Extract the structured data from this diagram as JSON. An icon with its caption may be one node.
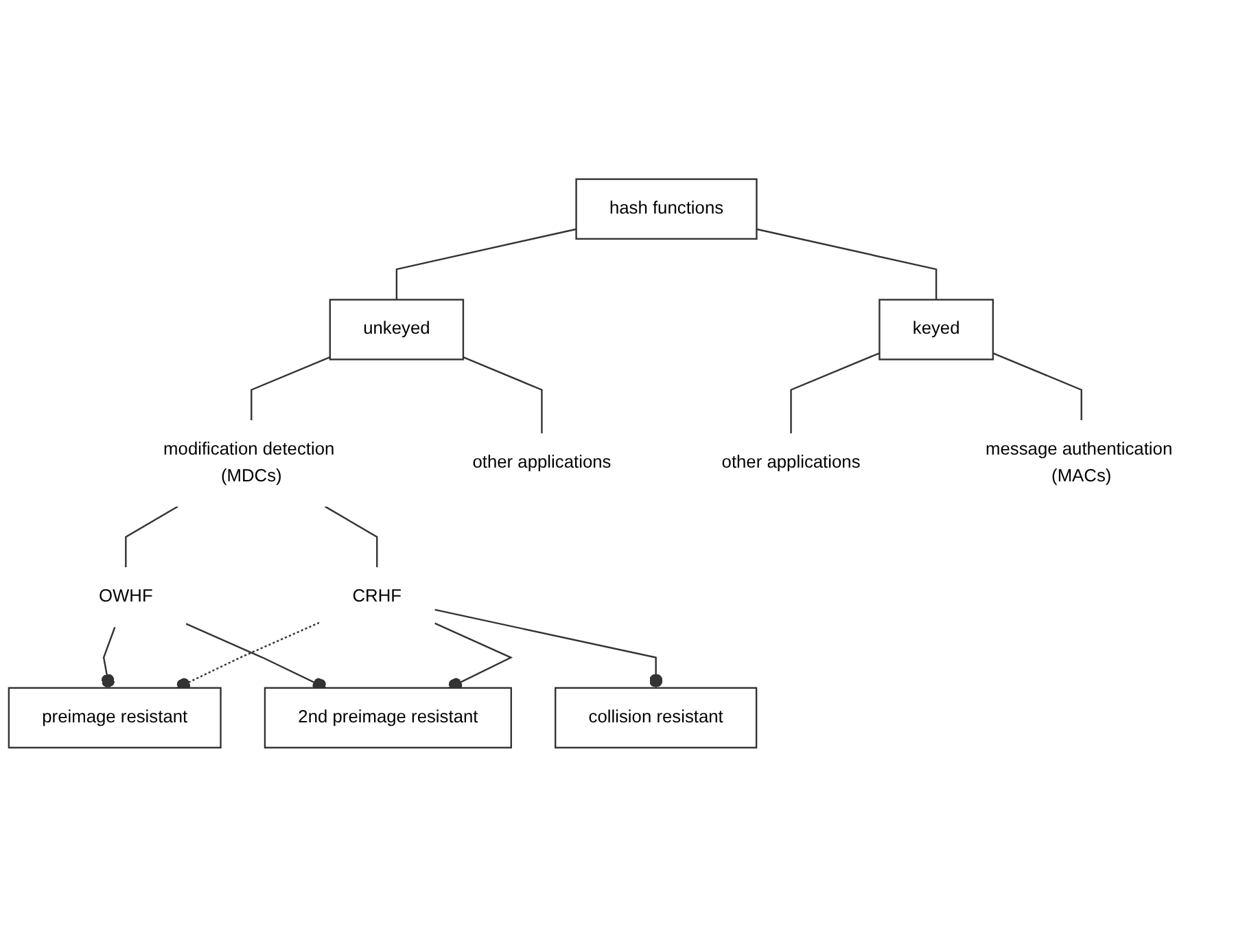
{
  "diagram": {
    "nodes": [
      {
        "text": [
          "hash functions"
        ]
      },
      {
        "text": [
          "unkeyed"
        ]
      },
      {
        "text": [
          "keyed"
        ]
      },
      {
        "text": [
          "modification detection (MDCs)"
        ]
      },
      {
        "text": [
          "other applications"
        ]
      },
      {
        "text": [
          "other applications"
        ]
      },
      {
        "text": [
          "message authentication (MACs)"
        ]
      },
      {
        "text": [
          "OWHF"
        ]
      },
      {
        "text": [
          "CRHF"
        ]
      },
      {
        "text": [
          "preimage resistant"
        ]
      },
      {
        "text": [
          "2nd preimage resistant"
        ]
      },
      {
        "text": [
          "collision resistant"
        ]
      }
    ],
    "edges": [
      {
        "from": 0,
        "to": 1,
        "arrow": "none"
      },
      {
        "from": 0,
        "to": 2,
        "arrow": "none"
      },
      {
        "from": 1,
        "to": 3,
        "arrow": "none"
      },
      {
        "from": 1,
        "to": 4,
        "arrow": "none"
      },
      {
        "from": 2,
        "to": 5,
        "arrow": "none"
      },
      {
        "from": 2,
        "to": 6,
        "arrow": "none"
      },
      {
        "from": 3,
        "to": 7,
        "arrow": "none"
      },
      {
        "from": 3,
        "to": 8,
        "arrow": "none"
      },
      {
        "from": 7,
        "to": 9,
        "arrow": "other"
      },
      {
        "from": 7,
        "to": 10,
        "arrow": "other"
      },
      {
        "from": 8,
        "to": 9,
        "arrow": "other",
        "style": "dashed"
      },
      {
        "from": 8,
        "to": 10,
        "arrow": "other"
      },
      {
        "from": 8,
        "to": 11,
        "arrow": "other"
      }
    ]
  }
}
